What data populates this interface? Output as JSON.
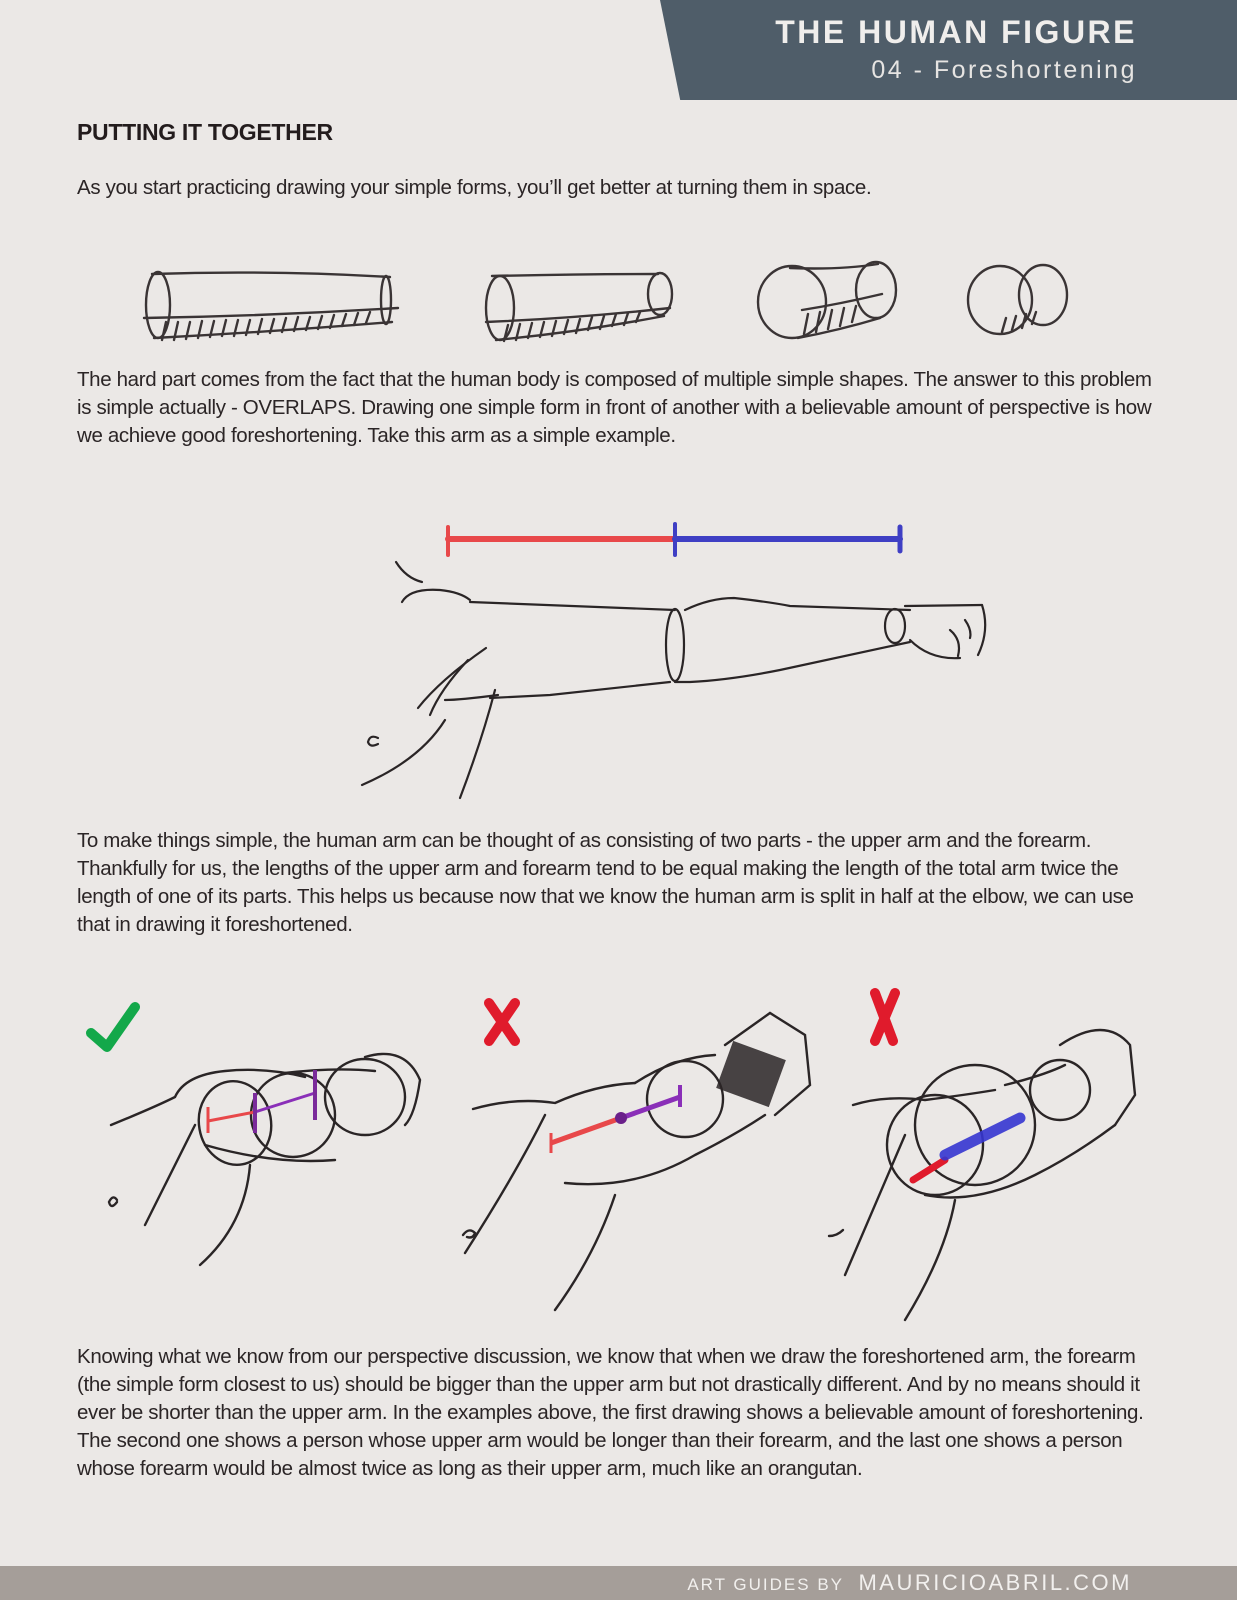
{
  "header": {
    "title": "THE HUMAN FIGURE",
    "subtitle": "04 - Foreshortening",
    "band_color": "#4f5d69"
  },
  "section": {
    "title": "PUTTING IT TOGETHER"
  },
  "paragraphs": {
    "intro": "As you start practicing drawing your simple forms, you’ll get better at turning them in space.",
    "overlaps": "The hard part comes from the fact that the human body is composed of multiple simple shapes. The answer to this problem is simple actually - OVERLAPS. Drawing one simple form in front of another with a believable amount of perspective is how we achieve good foreshortening. Take this arm as a simple example.",
    "two_parts": "To make things simple, the human arm can be thought of as consisting of two parts - the upper arm and the forearm. Thankfully for us, the lengths of the upper arm and forearm tend to be equal making the length of the total arm twice the length of one of its parts. This helps us because now that we know the human arm is split in half at the elbow, we can use that in drawing it foreshortened.",
    "conclusion": "Knowing what we know from our perspective discussion, we know that when we draw the foreshortened arm, the forearm (the simple form closest to us) should be bigger than the upper arm but not drastically different. And by no means should it ever be shorter than the upper arm. In the examples above, the first drawing shows a believable amount of foreshortening. The second one shows a person whose upper arm would be longer than their forearm, and the last one shows a person whose forearm would be almost twice as long as their upper arm, much like an orangutan."
  },
  "figures": {
    "cylinders": {
      "count": 4,
      "description": "cylinder turning in space, progressively foreshortened"
    },
    "arm_side": {
      "upper_arm_color": "#e8484a",
      "forearm_color": "#3f3fc4"
    },
    "examples": [
      {
        "verdict": "correct",
        "mark": "check-icon",
        "mark_color": "#13a84a"
      },
      {
        "verdict": "incorrect",
        "mark": "x-icon",
        "mark_color": "#e01b2c"
      },
      {
        "verdict": "incorrect",
        "mark": "x-icon",
        "mark_color": "#e01b2c"
      }
    ]
  },
  "footer": {
    "prefix": "ART GUIDES BY",
    "site": "MAURICIOABRIL.COM",
    "color": "#a59e99"
  }
}
